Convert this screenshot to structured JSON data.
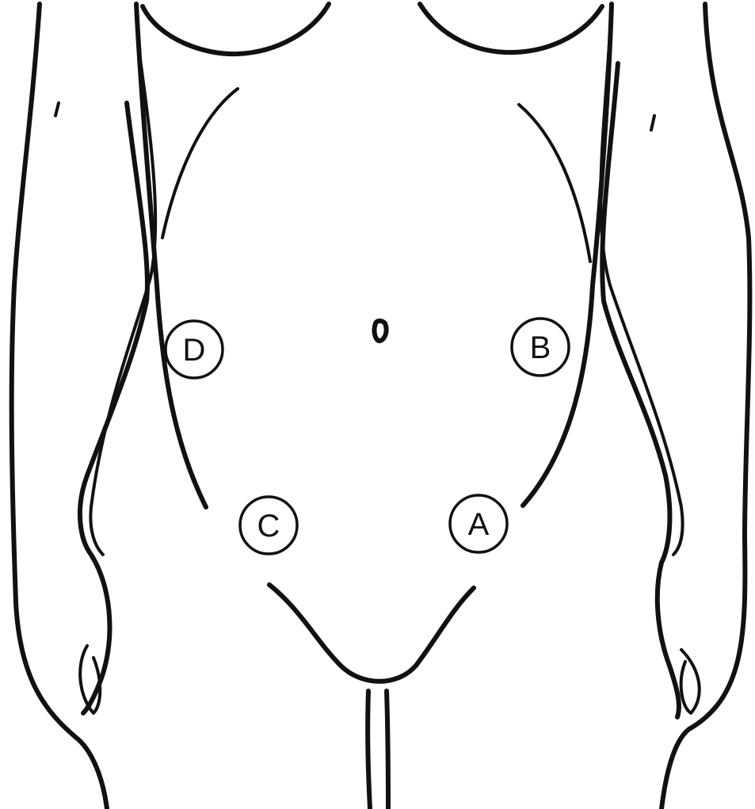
{
  "markers": [
    {
      "id": "A",
      "label": "A"
    },
    {
      "id": "B",
      "label": "B"
    },
    {
      "id": "C",
      "label": "C"
    },
    {
      "id": "D",
      "label": "D"
    }
  ],
  "colors": {
    "line": "#111111",
    "background": "#ffffff"
  }
}
